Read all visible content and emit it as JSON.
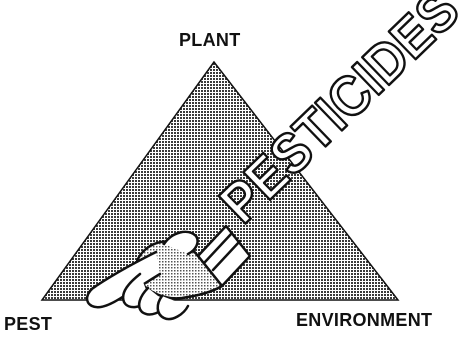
{
  "labels": {
    "top": "PLANT",
    "bottom_left": "PEST",
    "bottom_right": "ENVIRONMENT"
  },
  "stamp": {
    "text": "PESTICIDES"
  },
  "colors": {
    "triangle_fill": "#b9b9b9",
    "ink": "#111111",
    "background": "#ffffff"
  },
  "icons": [
    "pointing-hand-icon"
  ]
}
